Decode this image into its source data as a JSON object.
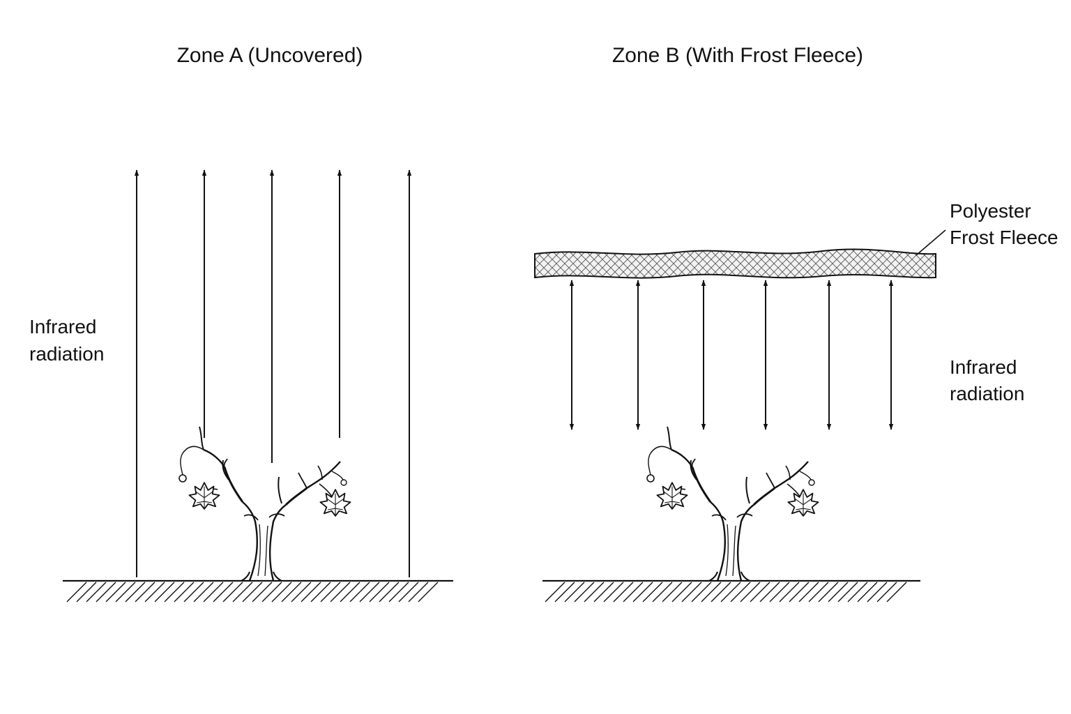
{
  "zone_a": {
    "title": "Zone A (Uncovered)",
    "label_line1": "Infrared",
    "label_line2": "radiation"
  },
  "zone_b": {
    "title": "Zone B (With Frost Fleece)",
    "fleece_line1": "Polyester",
    "fleece_line2": "Frost Fleece",
    "label_line1": "Infrared",
    "label_line2": "radiation"
  },
  "icons": {
    "plant": "grapevine-icon",
    "ground": "hatched-ground",
    "arrow_up": "arrow-up-icon",
    "arrow_both": "double-arrow-icon"
  },
  "colors": {
    "ink": "#111111",
    "background": "#ffffff"
  }
}
